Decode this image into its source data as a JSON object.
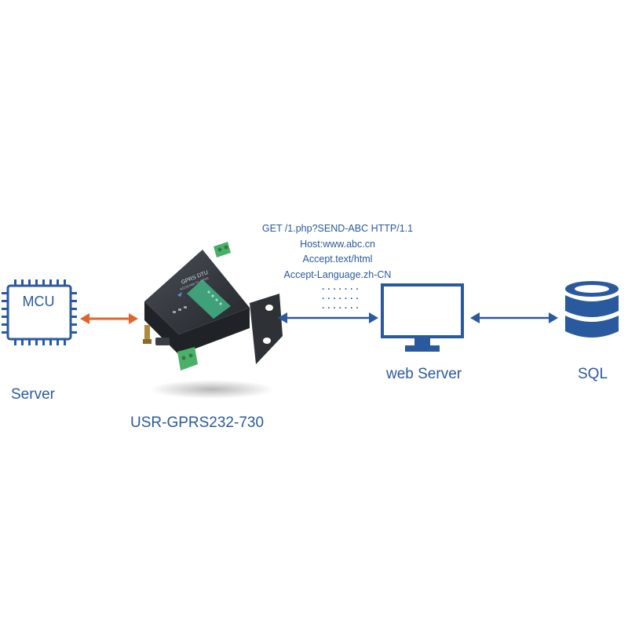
{
  "diagram": {
    "mcu_label": "MCU",
    "server_label": "Server",
    "dtu_caption": "USR-GPRS232-730",
    "dtu_face_text": "GPRS DTU",
    "dtu_face_subtext": "RS232/485 TO GPRS",
    "web_server_label": "web Server",
    "sql_label": "SQL",
    "http_request_lines": [
      "GET /1.php?SEND-ABC HTTP/1.1",
      "Host:www.abc.cn",
      "Accept.text/html",
      "Accept-Language.zh-CN"
    ],
    "http_continuation": [
      ".......",
      ".......",
      "......."
    ]
  },
  "colors": {
    "primary_blue": "#2a5a9e",
    "arrow_orange": "#e3642a",
    "device_dark": "#2b2e33",
    "device_green": "#3fa07a",
    "terminal_green": "#4bb067"
  }
}
